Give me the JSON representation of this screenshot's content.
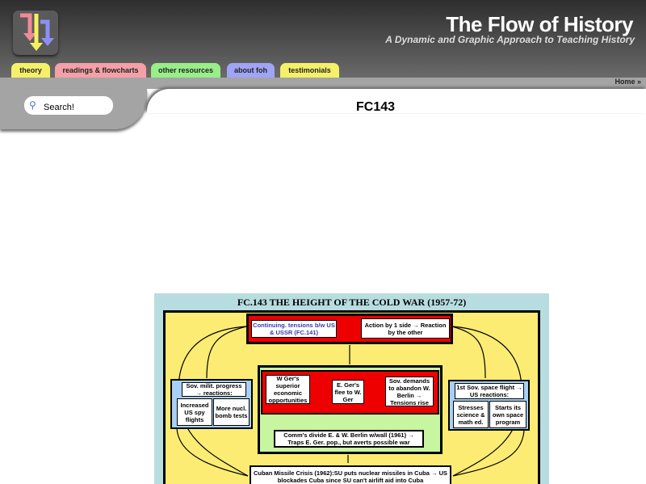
{
  "header": {
    "title": "The Flow of History",
    "subtitle": "A Dynamic and Graphic Approach to Teaching History"
  },
  "tabs": [
    {
      "label": "theory",
      "color": "#f5f06a"
    },
    {
      "label": "readings & flowcharts",
      "color": "#f4a0a8"
    },
    {
      "label": "other resources",
      "color": "#98ee88"
    },
    {
      "label": "about foh",
      "color": "#a0a4f4"
    },
    {
      "label": "testimonials",
      "color": "#f5f06a"
    }
  ],
  "nav": {
    "home": "Home »"
  },
  "search": {
    "label": "Search!"
  },
  "page": {
    "title": "FC143"
  },
  "flowchart": {
    "title": "FC.143 THE HEIGHT OF THE COLD WAR (1957-72)",
    "continuing": "Continuing. tensions b/w US & USSR (FC.141)",
    "action": "Action by 1 side → Reaction by the other",
    "wger": "W Ger's superior economic opportunities",
    "eger": "E. Ger's flee to W. Ger",
    "sov_demands": "Sov. demands to abandon W. Berlin → Tensions rise",
    "wall": "Comm's divide E. & W. Berlin w/wall (1961) → Traps E. Ger. pop., but averts possible war",
    "milit": "Sov. milit. progress → reactions:",
    "spy": "Increased US spy flights",
    "bomb": "More nucl. bomb tests",
    "space": "1st Sov. space flight → US reactions:",
    "science": "Stresses science & math ed.",
    "program": "Starts its own space program",
    "cuban": "Cuban Missile Crisis (1962):SU puts nuclear missiles in Cuba → US blockades Cuba since SU can't airlift aid into Cuba"
  }
}
